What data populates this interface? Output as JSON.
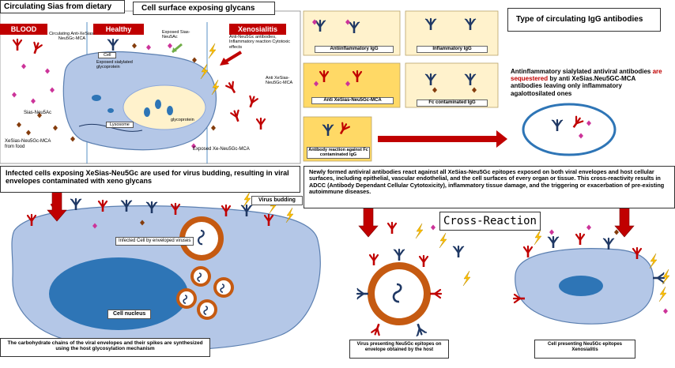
{
  "top_left_title": "Circulating Sias from dietary",
  "top_center_title": "Cell surface exposing glycans",
  "headers": {
    "blood": "BLOOD",
    "healthy": "Healthy",
    "xenosialitis": "Xenosialitis"
  },
  "labels": {
    "circ_anti": "Circulating Anti-XeSias-Neu5Gc-MCA",
    "exposed_sias_neu5ac": "Exposed Sias-Neu5Ac",
    "cell": "Cell",
    "exposed_glyco": "Exposed sialylated glycoprotein",
    "anti_neu5gc_effects": "Anti-Neu5Gc antibodies, Inflammatory reaction Cytotoxic effects",
    "anti_xesias_mca": "Anti XeSias-Neu5Gc-MCA",
    "sias_neu5ac": "Sias-Neu5Ac",
    "lysosome": "Lysosome",
    "glycoprotein": "glycoprotein",
    "xesias_food": "XeSias-Neu5Gc-MCA from food",
    "exposed_xe": "Exposed Xe-Neu5Gc-MCA",
    "infected_cell_env": "Infected Cell by enveloped viruses",
    "cell_nucleus": "Cell nucleus",
    "virus_budding": "Virus budding"
  },
  "igg_types_title": "Type of circulating IgG antibodies",
  "igg_boxes": {
    "antiinflammatory": "Antiinflammatory IgG",
    "inflammatory": "Inflammatory IgG",
    "anti_xesias": "Anti XeSias-Neu5Gc-MCA",
    "fc_contaminated": "Fc contaminated IgG",
    "antibody_reaction": "Antibody reaction against Fc contaminated IgG"
  },
  "sequester_text": {
    "part1": "Antinflammatory sialylated antiviral antibodies ",
    "highlight": "are sequestered",
    "part2": " by anti XeSias.Neu5GC-MCA antibodies leaving only inflammatory agalottosilated ones"
  },
  "infected_cells_text": "Infected cells exposing XeSias-Neu5Gc are used for virus budding, resulting in viral envelopes contaminated with xeno glycans",
  "newly_formed_text": "Newly formed antiviral antibodies react against all XeSias-Neu5Gc epitopes exposed on both viral envelopes and host cellular surfaces, including epithelial, vascular endothelial, and the cell surfaces of every organ or tissue. This cross-reactivity results in ADCC (Antibody Dependant Cellular Cytotoxicity), inflammatory tissue damage, and the triggering or exacerbation of pre-existing autoimmune diseases.",
  "cross_reaction": "Cross-Reaction",
  "carbo_text": "The carbohydrate chains of the viral envelopes and their spikes are synthesized using the host glycosylation mechanism",
  "virus_caption": "Virus presenting Neu5Gc epitopes on envelope obtained by the host",
  "cell_caption": "Cell presenting Neu5Gc epitopes Xenosialitis",
  "colors": {
    "header_red": "#c00000",
    "arrow_red": "#c00000",
    "cell_blue": "#b4c7e7",
    "nucleus_blue": "#2e75b6",
    "cytoplasm_yellow": "#fff2cc",
    "igg_box_yellow": "#fff2cc",
    "virus_orange": "#c55a11",
    "antibody_navy": "#1f3864",
    "antibody_red": "#c00000",
    "sias_magenta": "#cc3399",
    "neu5gc_brown": "#843c0c",
    "lightning_yellow": "#ffc000"
  }
}
